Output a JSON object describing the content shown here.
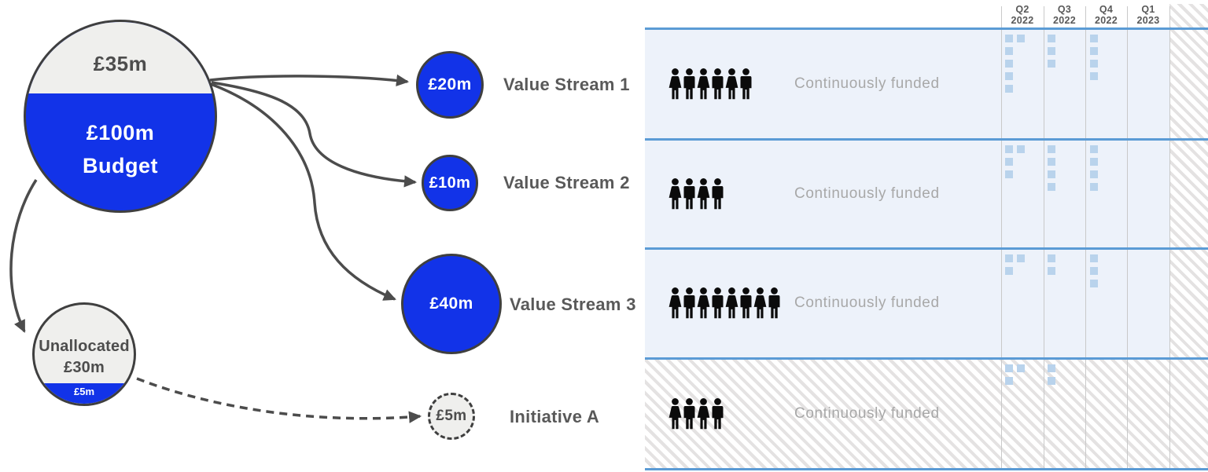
{
  "budget_flow": {
    "main_circle": {
      "unallocated_value": "£35m",
      "value": "£100m",
      "label": "Budget"
    },
    "unallocated_circle": {
      "label": "Unallocated",
      "value": "£30m",
      "allocated_value": "£5m"
    },
    "allocations": [
      {
        "value": "£20m",
        "label": "Value Stream 1",
        "style": "solid"
      },
      {
        "value": "£10m",
        "label": "Value Stream 2",
        "style": "solid"
      },
      {
        "value": "£40m",
        "label": "Value Stream 3",
        "style": "solid"
      },
      {
        "value": "£5m",
        "label": "Initiative A",
        "style": "dashed"
      }
    ]
  },
  "timeline": {
    "quarters": [
      {
        "quarter": "Q2",
        "year": "2022"
      },
      {
        "quarter": "Q3",
        "year": "2022"
      },
      {
        "quarter": "Q4",
        "year": "2022"
      },
      {
        "quarter": "Q1",
        "year": "2023"
      }
    ],
    "rows": [
      {
        "team_size": 6,
        "status": "Continuously funded",
        "hatched": false,
        "work_item_counts": [
          6,
          3,
          4,
          0
        ],
        "square_grid": [
          [
            [
              0,
              0
            ],
            [
              1,
              0
            ],
            [
              0,
              1
            ],
            [
              0,
              2
            ],
            [
              0,
              3
            ],
            [
              0,
              4
            ]
          ],
          [
            [
              0,
              0
            ],
            [
              0,
              1
            ],
            [
              0,
              2
            ]
          ],
          [
            [
              0,
              0
            ],
            [
              0,
              1
            ],
            [
              0,
              2
            ],
            [
              0,
              3
            ]
          ],
          []
        ]
      },
      {
        "team_size": 4,
        "status": "Continuously funded",
        "hatched": false,
        "work_item_counts": [
          4,
          4,
          4,
          0
        ],
        "square_grid": [
          [
            [
              0,
              0
            ],
            [
              1,
              0
            ],
            [
              0,
              1
            ],
            [
              0,
              2
            ]
          ],
          [
            [
              0,
              0
            ],
            [
              0,
              1
            ],
            [
              0,
              2
            ],
            [
              0,
              3
            ]
          ],
          [
            [
              0,
              0
            ],
            [
              0,
              1
            ],
            [
              0,
              2
            ],
            [
              0,
              3
            ]
          ],
          []
        ]
      },
      {
        "team_size": 8,
        "status": "Continuously funded",
        "hatched": false,
        "work_item_counts": [
          3,
          2,
          3,
          0
        ],
        "square_grid": [
          [
            [
              0,
              0
            ],
            [
              1,
              0
            ],
            [
              0,
              1
            ]
          ],
          [
            [
              0,
              0
            ],
            [
              0,
              1
            ]
          ],
          [
            [
              0,
              0
            ],
            [
              0,
              1
            ],
            [
              0,
              2
            ]
          ],
          []
        ]
      },
      {
        "team_size": 4,
        "status": "Continuously funded",
        "hatched": true,
        "work_item_counts": [
          3,
          2,
          0,
          0
        ],
        "square_grid": [
          [
            [
              0,
              0
            ],
            [
              1,
              0
            ],
            [
              0,
              1
            ]
          ],
          [
            [
              0,
              0
            ],
            [
              0,
              1
            ]
          ],
          [],
          []
        ]
      }
    ]
  },
  "colors": {
    "accent_blue": "#1233e8",
    "light_gray_fill": "#efefed",
    "circle_outline": "#3f3f3f",
    "row_background": "#edf2fa",
    "row_border_blue": "#5b9bd5",
    "work_item_square": "#b9d3ec",
    "hatch_gray": "#e4e2e2",
    "dark_text": "#4d4d4d",
    "label_text": "#595959",
    "muted_text": "#a8a8a8",
    "arrow_gray": "#4c4c4c"
  }
}
